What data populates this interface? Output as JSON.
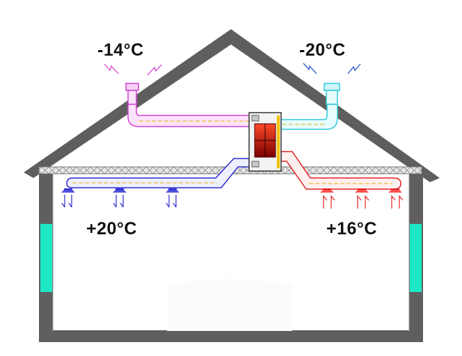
{
  "labels": {
    "outdoor_intake_temp": "-14°C",
    "exhaust_temp": "-20°C",
    "supply_air_temp": "+20°C",
    "extract_air_temp": "+16°C"
  },
  "colors": {
    "walls": "#5f5f5f",
    "window": "#1ce8c6",
    "exhaust_duct": "#e070e0",
    "intake_duct": "#38d8e8",
    "supply_duct": "#2a2ad0",
    "extract_duct": "#e02020",
    "insulation": "#cfcfcf",
    "heat_exchanger": "#b80000"
  }
}
